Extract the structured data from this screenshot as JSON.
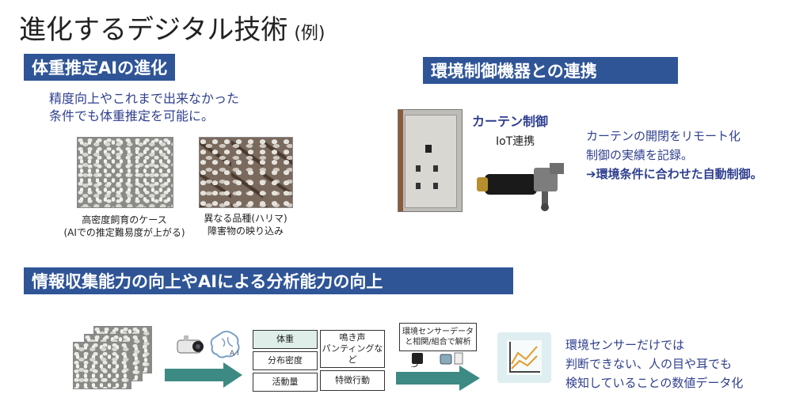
{
  "title": {
    "main": "進化するデジタル技術",
    "sub": "(例)"
  },
  "section1": {
    "heading": "体重推定AIの進化",
    "desc_line1": "精度向上やこれまで出来なかった",
    "desc_line2": "条件でも体重推定を可能に。",
    "photo1_caption_line1": "高密度飼育のケース",
    "photo1_caption_line2": "(AIでの推定難易度が上がる)",
    "photo2_caption_line1": "異なる品種(ハリマ)",
    "photo2_caption_line2": "障害物の映り込み"
  },
  "section2": {
    "heading": "環境制御機器との連携",
    "device_label1": "カーテン制御",
    "device_label2": "IoT連携",
    "desc_line1": "カーテンの開閉をリモート化",
    "desc_line2": "制御の実績を記録。",
    "desc_line3": "➔環境条件に合わせた自動制御。"
  },
  "section3": {
    "heading": "情報収集能力の向上やAIによる分析能力の向上",
    "ai_icon_text": "A I",
    "metrics": [
      "体重",
      "分布密度",
      "活動量"
    ],
    "sounds": "鳴き声\nパンティングなど",
    "behavior": "特徴行動",
    "sensor_box_line1": "環境センサーデータ",
    "sensor_box_line2": "と相関/組合で解析",
    "result_line1": "環境センサーだけでは",
    "result_line2": "判断できない、人の目や耳でも",
    "result_line3": "検知していることの数値データ化"
  },
  "colors": {
    "band": "#2f5597",
    "text_blue": "#2f3f8f",
    "arrow": "#3d8a84"
  }
}
